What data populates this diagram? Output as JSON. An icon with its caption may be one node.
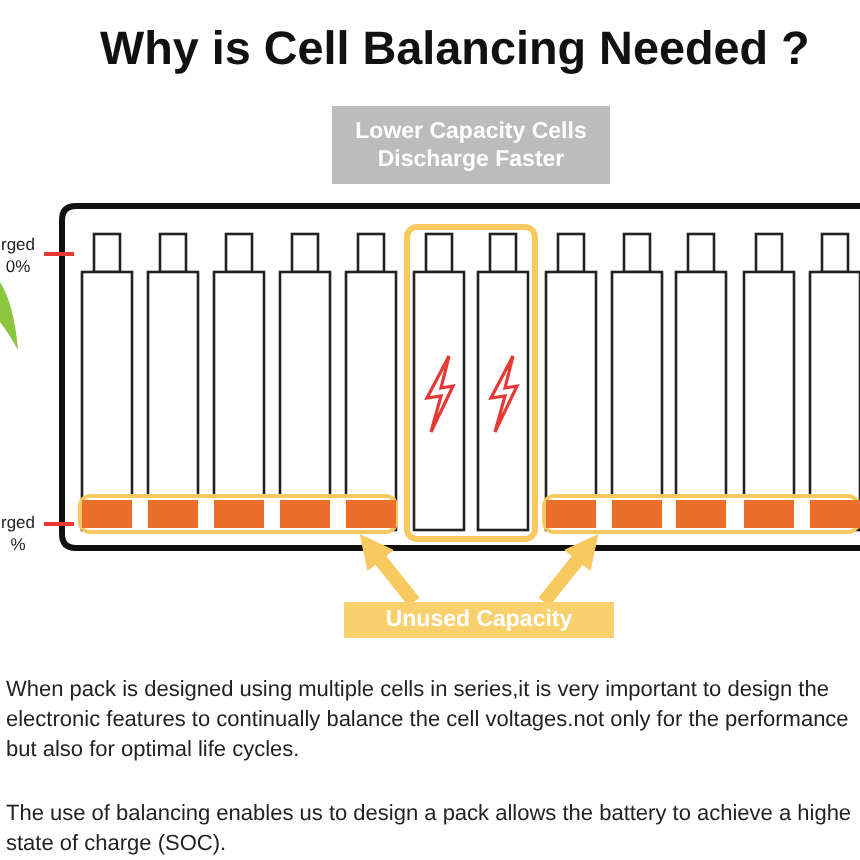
{
  "diagram": {
    "title": "Why is Cell Balancing Needed ?",
    "nodes": [
      {
        "text": [
          "Lower Capacity Cells Discharge Faster"
        ]
      },
      {
        "text": [],
        "shape": "bar"
      },
      {
        "text": [],
        "shape": "bar"
      },
      {
        "text": [
          "Unused Capacity"
        ]
      }
    ],
    "edges": [
      {
        "from": 3,
        "to": 1,
        "arrow": "to"
      },
      {
        "from": 3,
        "to": 2,
        "arrow": "to"
      }
    ],
    "labels": [
      "rged 0%",
      "rged %",
      "When pack is designed using multiple cells in series,it is very important to design the electronic features to continually balance the cell voltages.not only for the performance but also for optimal life cycles.",
      "The use of balancing enables us to design a pack allows the battery to achieve a highe state of charge (SOC)."
    ]
  }
}
